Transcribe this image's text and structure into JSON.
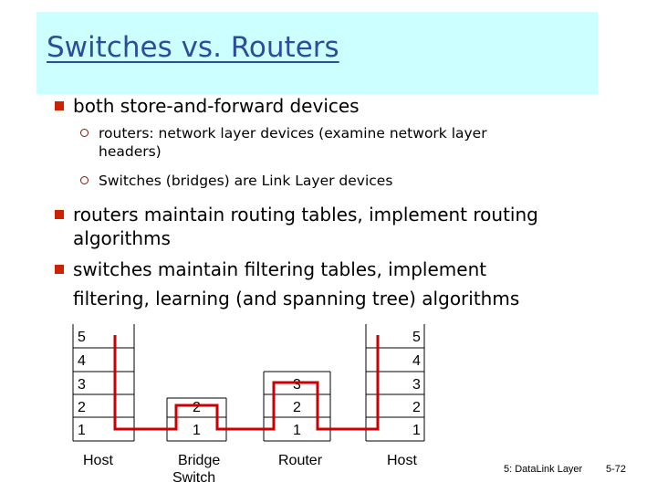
{
  "slide": {
    "title": "Switches vs. Routers",
    "bullets": [
      {
        "text": "both store-and-forward devices",
        "subs": [
          "routers: network layer devices (examine network layer",
          "headers)",
          "Switches (bridges) are Link Layer devices"
        ]
      },
      {
        "lines": [
          "routers maintain routing tables, implement routing",
          "algorithms"
        ]
      },
      {
        "lines": [
          "switches maintain filtering tables, implement",
          "filtering, learning (and spanning tree) algorithms"
        ]
      }
    ]
  },
  "diagram": {
    "host_left_layers": [
      "5",
      "4",
      "3",
      "2",
      "1"
    ],
    "host_right_layers": [
      "5",
      "4",
      "3",
      "2",
      "1"
    ],
    "bridge_layers": [
      "2",
      "1"
    ],
    "router_layers": [
      "3",
      "2",
      "1"
    ],
    "labels": {
      "host_left": "Host",
      "bridge": "Bridge",
      "switch": "Switch",
      "router": "Router",
      "host_right": "Host"
    },
    "colors": {
      "path": "#cc0000",
      "lines": "#000000"
    }
  },
  "footer": {
    "chapter": "5: DataLink Layer",
    "page": "5-72"
  }
}
